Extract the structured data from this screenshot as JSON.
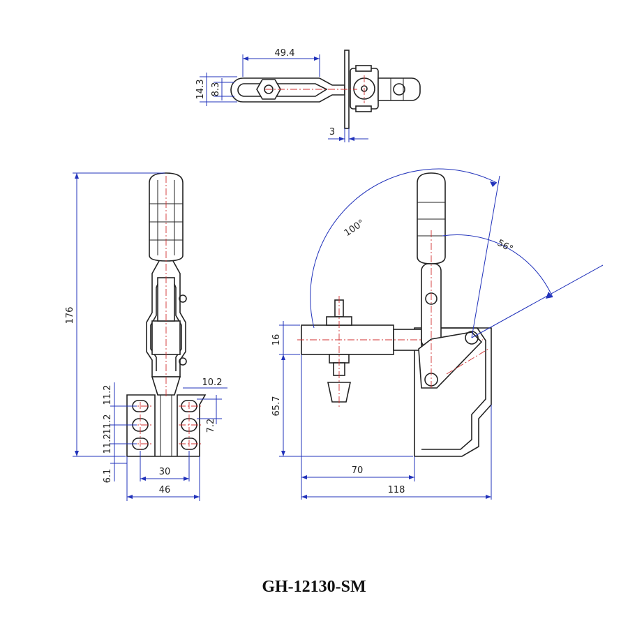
{
  "title": "GH-12130-SM",
  "top_view": {
    "width": "49.4",
    "height_outer": "14.3",
    "height_inner": "8.3",
    "flange": "3"
  },
  "front_view": {
    "overall_height": "176",
    "pitch_1": "11.2",
    "pitch_2": "11.2",
    "pitch_3": "11.2",
    "slot_width": "10.2",
    "slot_length": "7.2",
    "bottom_offset": "6.1",
    "hole_spacing": "30",
    "base_width": "46"
  },
  "side_view": {
    "arm_height": "16",
    "mount_height": "65.7",
    "reach": "70",
    "overall_length": "118",
    "handle_angle": "100°",
    "arm_angle": "56°"
  },
  "colors": {
    "dimension": "#2233bb",
    "centerline": "#d03030",
    "outline": "#222222"
  }
}
